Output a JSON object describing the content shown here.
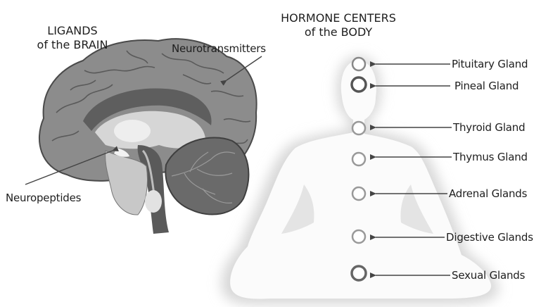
{
  "brain": {
    "title_line1": "LIGANDS",
    "title_line2": "of the BRAIN",
    "label_neurotransmitters": "Neurotransmitters",
    "label_neuropeptides": "Neuropeptides"
  },
  "body": {
    "title_line1": "HORMONE CENTERS",
    "title_line2": "of the BODY",
    "glands": [
      {
        "label": "Pituitary Gland"
      },
      {
        "label": "Pineal Gland"
      },
      {
        "label": "Thyroid Gland"
      },
      {
        "label": "Thymus Gland"
      },
      {
        "label": "Adrenal Glands"
      },
      {
        "label": "Digestive Glands"
      },
      {
        "label": "Sexual Glands"
      }
    ]
  },
  "colors": {
    "brain_cortex": "#8c8c8c",
    "brain_dark": "#575757",
    "brain_light": "#dcdcdc",
    "cerebellum": "#6e6e6e",
    "silhouette_glow": "#d9d9d9",
    "silhouette_fill": "#fbfbfb",
    "pointer": "#444444"
  }
}
